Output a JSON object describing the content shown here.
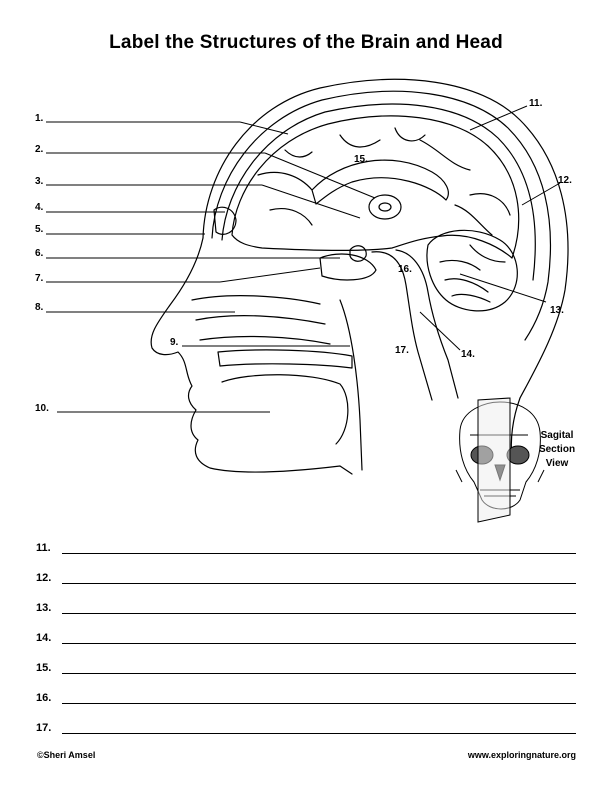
{
  "title": "Label the Structures of the Brain and Head",
  "figure_labels": {
    "n1": "1.",
    "n2": "2.",
    "n3": "3.",
    "n4": "4.",
    "n5": "5.",
    "n6": "6.",
    "n7": "7.",
    "n8": "8.",
    "n9": "9.",
    "n10": "10.",
    "n11": "11.",
    "n12": "12.",
    "n13": "13.",
    "n14": "14.",
    "n15": "15.",
    "n16": "16.",
    "n17": "17."
  },
  "inset": {
    "line1": "Sagital",
    "line2": "Section",
    "line3": "View"
  },
  "answer_rows": [
    "11.",
    "12.",
    "13.",
    "14.",
    "15.",
    "16.",
    "17."
  ],
  "footer": {
    "copyright": "©Sheri Amsel",
    "website": "www.exploringnature.org"
  }
}
